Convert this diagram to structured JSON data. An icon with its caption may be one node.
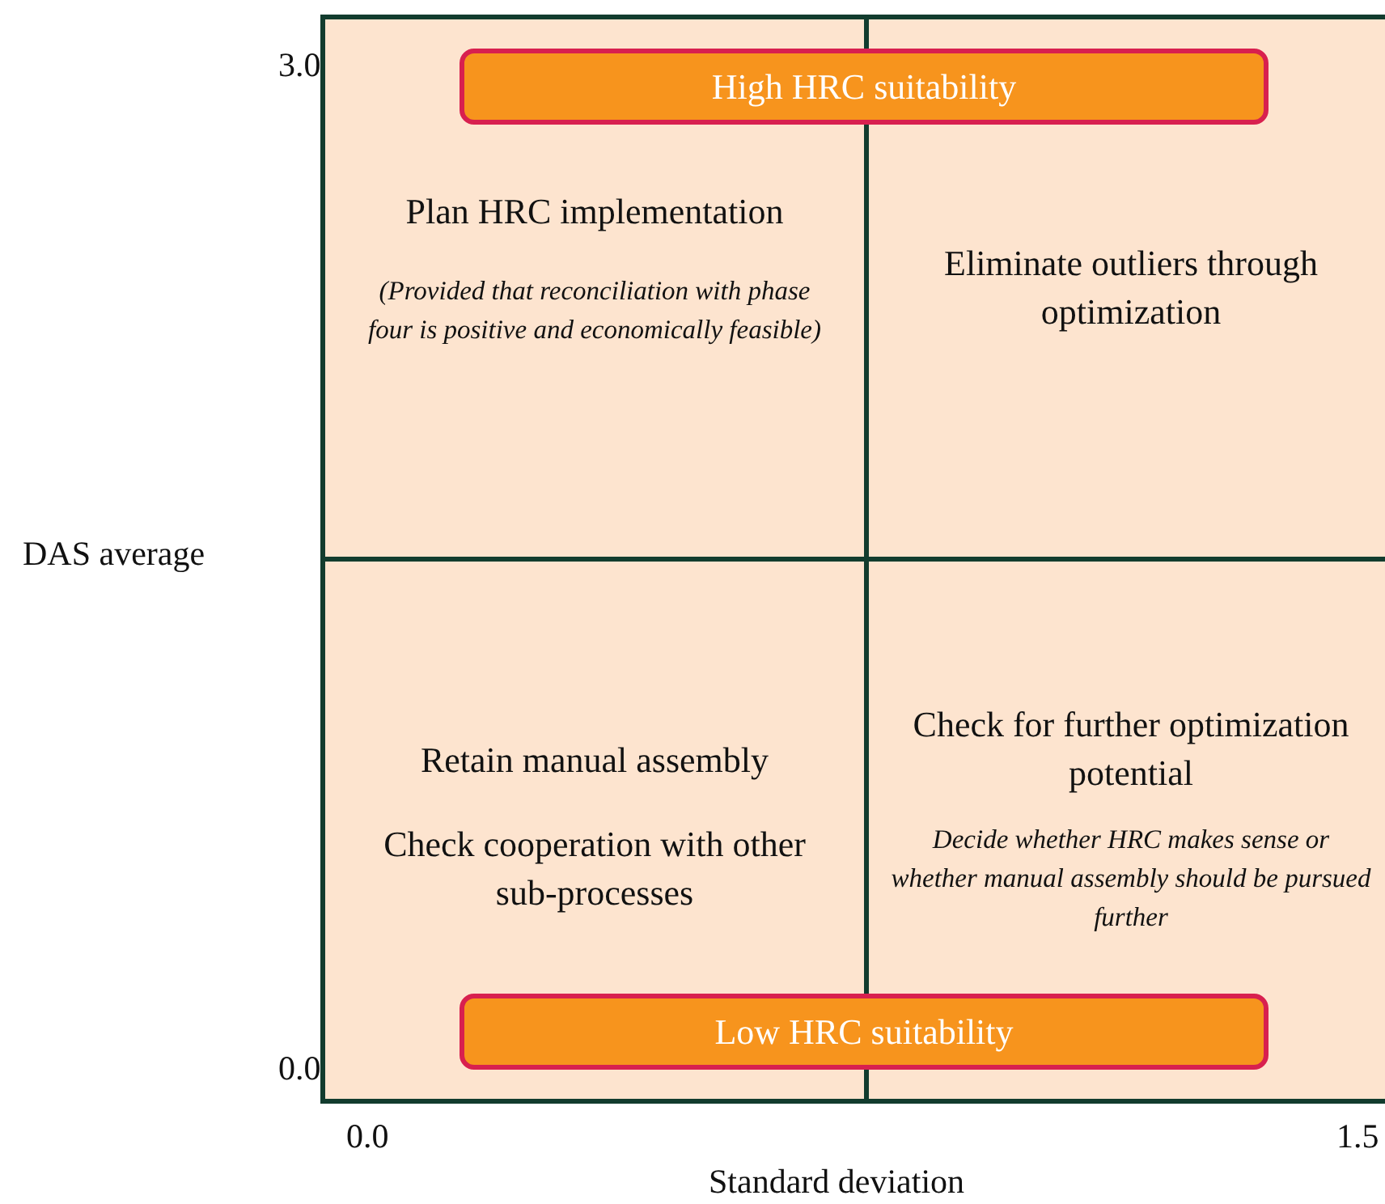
{
  "diagram": {
    "nodes": [
      {
        "text": [
          "High HRC suitability"
        ]
      },
      {
        "text": [
          "Plan HRC implementation",
          "(Provided that reconciliation with phase four is positive and economically feasible)"
        ]
      },
      {
        "text": [
          "Eliminate outliers through optimization"
        ]
      },
      {
        "text": [
          "Retain manual assembly",
          "Check cooperation with other sub-processes"
        ]
      },
      {
        "text": [
          "Check for further optimization potential",
          "Decide whether HRC makes sense or whether manual assembly should be pursued further"
        ]
      },
      {
        "text": [
          "Low HRC suitability"
        ]
      }
    ],
    "edges": [],
    "labels": [
      "3.0",
      "DAS average",
      "0.0",
      "0.0",
      "1.5",
      "Standard deviation"
    ]
  }
}
